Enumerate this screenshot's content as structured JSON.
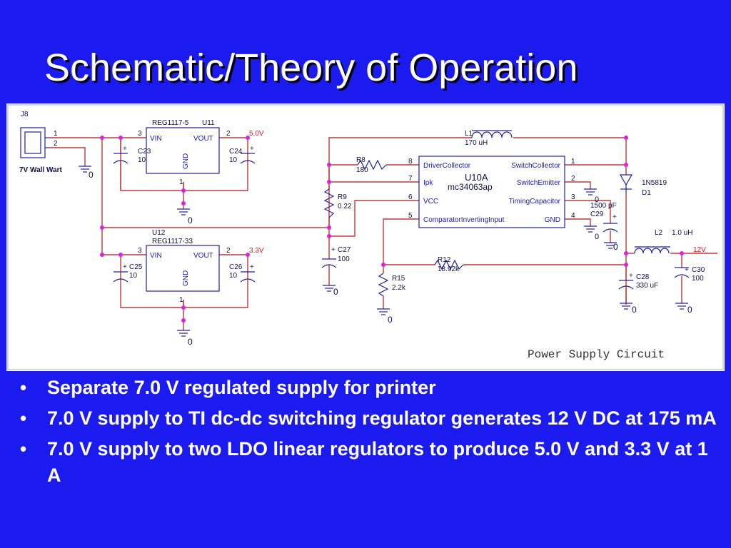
{
  "slide": {
    "title": "Schematic/Theory of Operation",
    "bullets": [
      "Separate 7.0 V regulated supply for printer",
      "7.0 V supply to TI dc-dc switching regulator generates 12 V DC at 175 mA",
      "7.0 V supply to two LDO linear regulators to produce 5.0 V and 3.3 V at 1 A"
    ]
  },
  "schematic": {
    "caption": "Power Supply Circuit",
    "j8": {
      "ref": "J8",
      "label": "7V Wall Wart",
      "pin1": "1",
      "pin2": "2",
      "gnd": "0"
    },
    "u11": {
      "part": "REG1117-5",
      "ref": "U11",
      "vin": "VIN",
      "vout": "VOUT",
      "gnd": "GND",
      "pin1": "1",
      "pin2": "2",
      "pin3": "3",
      "out_label": "5.0V",
      "gnd_num": "0"
    },
    "u12": {
      "ref": "U12",
      "part": "REG1117-33",
      "vin": "VIN",
      "vout": "VOUT",
      "gnd": "GND",
      "pin1": "1",
      "pin2": "2",
      "pin3": "3",
      "out_label": "3.3V",
      "gnd_num": "0"
    },
    "c23": {
      "ref": "C23",
      "val": "10"
    },
    "c24": {
      "ref": "C24",
      "val": "10"
    },
    "c25": {
      "ref": "C25",
      "val": "10"
    },
    "c26": {
      "ref": "C26",
      "val": "10"
    },
    "c27": {
      "ref": "C27",
      "val": "100"
    },
    "c28": {
      "ref": "C28",
      "val": "330 uF"
    },
    "c29": {
      "ref": "C29",
      "val": "1500 pF"
    },
    "c30": {
      "ref": "C30",
      "val": "100"
    },
    "r8": {
      "ref": "R8",
      "val": "180"
    },
    "r9": {
      "ref": "R9",
      "val": "0.22"
    },
    "r12": {
      "ref": "R12",
      "val": "18.92k"
    },
    "r15": {
      "ref": "R15",
      "val": "2.2k"
    },
    "l1": {
      "ref": "L1",
      "val": "170 uH"
    },
    "l2": {
      "ref": "L2",
      "val": "1.0 uH"
    },
    "d1": {
      "part": "1N5819",
      "ref": "D1"
    },
    "u10": {
      "ref": "U10A",
      "part": "mc34063ap",
      "pins": {
        "driver_collector": "DriverCollector",
        "ipk": "Ipk",
        "vcc": "VCC",
        "comparator": "ComparatorInvertingInput",
        "switch_collector": "SwitchCollector",
        "switch_emitter": "SwitchEmitter",
        "timing_cap": "TimingCapacitor",
        "gnd": "GND"
      },
      "nums": {
        "p1": "1",
        "p2": "2",
        "p3": "3",
        "p4": "4",
        "p5": "5",
        "p6": "6",
        "p7": "7",
        "p8": "8"
      }
    },
    "out_12v": "12V",
    "gnd_zero": "0",
    "plus": "+",
    "colors": {
      "wire": "#c03838",
      "node": "#e020e0",
      "component": "#2020a0",
      "label_red": "#e01818",
      "background": "#1b1bf0"
    }
  }
}
